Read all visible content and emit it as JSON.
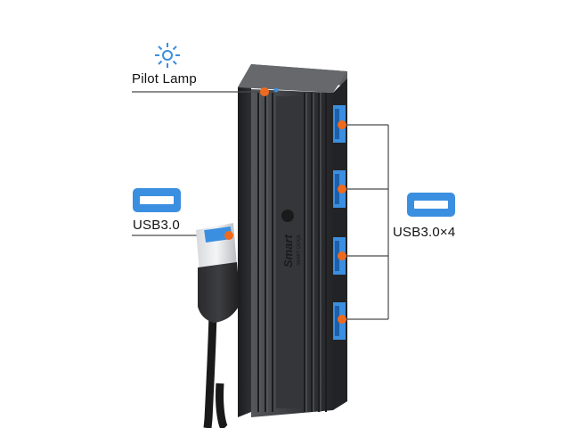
{
  "labels": {
    "pilot_lamp": "Pilot Lamp",
    "input_port": "USB3.0",
    "output_ports": "USB3.0×4"
  },
  "brand": {
    "logo_text": "Smart",
    "logo_subtext": "SMART QIOQIL"
  },
  "icons": {
    "lamp": "sun-ray-icon",
    "usb_port": "usb-port-icon"
  },
  "colors": {
    "hub_body": "#2e2f32",
    "usb_blue": "#3b8fe0",
    "highlight_orange": "#f06a1e",
    "lamp_blue": "#3b8fe0",
    "connector_lines": "#4a4a4a",
    "cable": "#1a1a1a"
  },
  "ports": {
    "output_count": 4
  }
}
